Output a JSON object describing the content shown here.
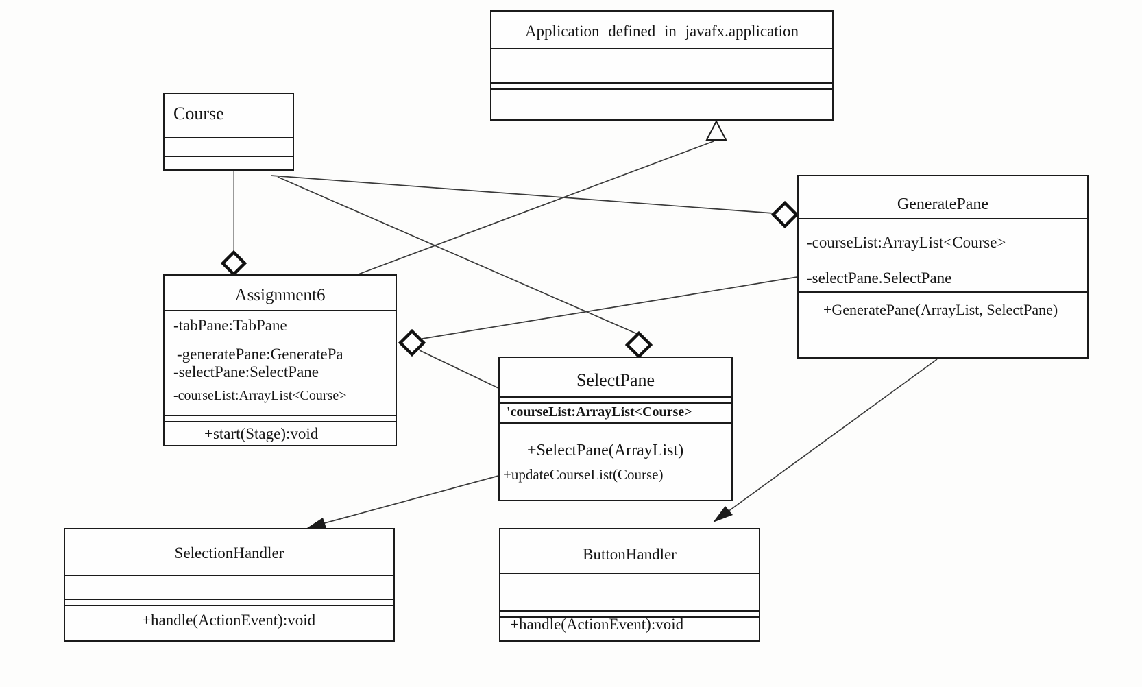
{
  "diagram": {
    "type": "uml-class-diagram",
    "classes": [
      {
        "id": "application",
        "title": "Application defined in javafx.application",
        "attributes": [],
        "methods": []
      },
      {
        "id": "course",
        "title": "Course",
        "attributes": [],
        "methods": []
      },
      {
        "id": "assignment6",
        "title": "Assignment6",
        "attributes": [
          "-tabPane:TabPane",
          "-generatePane:GeneratePa",
          "-selectPane:SelectPane",
          "-courseList:ArrayList<Course>"
        ],
        "methods": [
          "+start(Stage):void"
        ]
      },
      {
        "id": "generatepane",
        "title": "GeneratePane",
        "attributes": [
          "-courseList:ArrayList<Course>",
          "-selectPane.SelectPane"
        ],
        "methods": [
          "+GeneratePane(ArrayList, SelectPane)"
        ]
      },
      {
        "id": "selectpane",
        "title": "SelectPane",
        "attributes": [
          "'courseList:ArrayList<Course>"
        ],
        "methods": [
          "+SelectPane(ArrayList)",
          "+updateCourseList(Course)"
        ]
      },
      {
        "id": "selectionhandler",
        "title": "SelectionHandler",
        "attributes": [],
        "methods": [
          "+handle(ActionEvent):void"
        ]
      },
      {
        "id": "buttonhandler",
        "title": "ButtonHandler",
        "attributes": [],
        "methods": [
          "+handle(ActionEvent):void"
        ]
      }
    ],
    "relationships": [
      {
        "type": "inheritance",
        "from": "Assignment6",
        "to": "Application"
      },
      {
        "type": "aggregation",
        "whole": "Assignment6",
        "part": "Course"
      },
      {
        "type": "aggregation",
        "whole": "GeneratePane",
        "part": "Course"
      },
      {
        "type": "aggregation",
        "whole": "SelectPane",
        "part": "Course"
      },
      {
        "type": "aggregation",
        "whole": "Assignment6",
        "part": "GeneratePane"
      },
      {
        "type": "aggregation",
        "whole": "Assignment6",
        "part": "SelectPane"
      },
      {
        "type": "directed-association",
        "from": "SelectPane",
        "to": "SelectionHandler"
      },
      {
        "type": "directed-association",
        "from": "GeneratePane",
        "to": "ButtonHandler"
      }
    ],
    "colors": {
      "background": "#fdfdfc",
      "line": "#3a3a3a",
      "border": "#1b1b1b",
      "faint_line": "#9a9a9a"
    }
  }
}
